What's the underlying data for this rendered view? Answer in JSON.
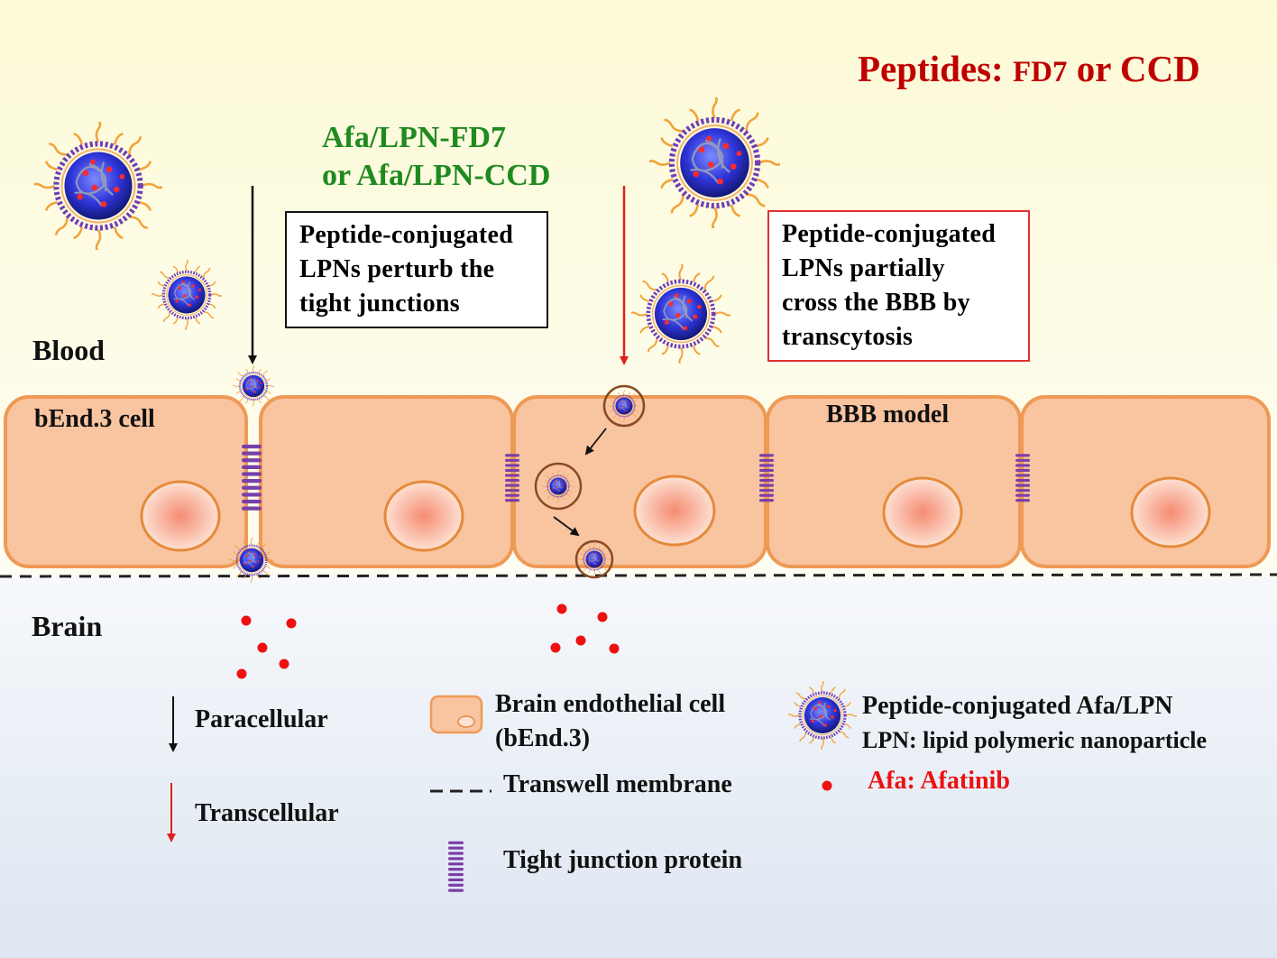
{
  "peptides_line": {
    "prefix": "Peptides:",
    "fd7": "FD7",
    "or": "or",
    "ccd": "CCD"
  },
  "formulation_label": {
    "line1": "Afa/LPN-FD7",
    "line2": "or Afa/LPN-CCD"
  },
  "paracellular_box": [
    "Peptide-conjugated",
    "LPNs perturb the",
    "tight junctions"
  ],
  "transcytosis_box": [
    "Peptide-conjugated",
    "LPNs partially",
    "cross the BBB by",
    "transcytosis"
  ],
  "regions": {
    "blood": "Blood",
    "brain": "Brain"
  },
  "cell_labels": {
    "bend3": "bEnd.3 cell",
    "bbb": "BBB model"
  },
  "legend": {
    "paracellular": "Paracellular",
    "transcellular": "Transcellular",
    "endothelial_line1": "Brain endothelial cell",
    "endothelial_line2": "(bEnd.3)",
    "transwell": "Transwell membrane",
    "tight_junction": "Tight junction protein",
    "lpn_line1": "Peptide-conjugated Afa/LPN",
    "lpn_line2": "LPN: lipid polymeric nanoparticle",
    "afa": "Afa: Afatinib"
  },
  "colors": {
    "title_red": "#c00000",
    "green": "#1f8a1f",
    "cell_fill": "#f9c4a0",
    "cell_stroke": "#ee9a55",
    "tight_junction": "#7a3fa8",
    "drug": "#ee1111",
    "transcellular_arrow": "#e02020",
    "box_red": "#e03030"
  }
}
